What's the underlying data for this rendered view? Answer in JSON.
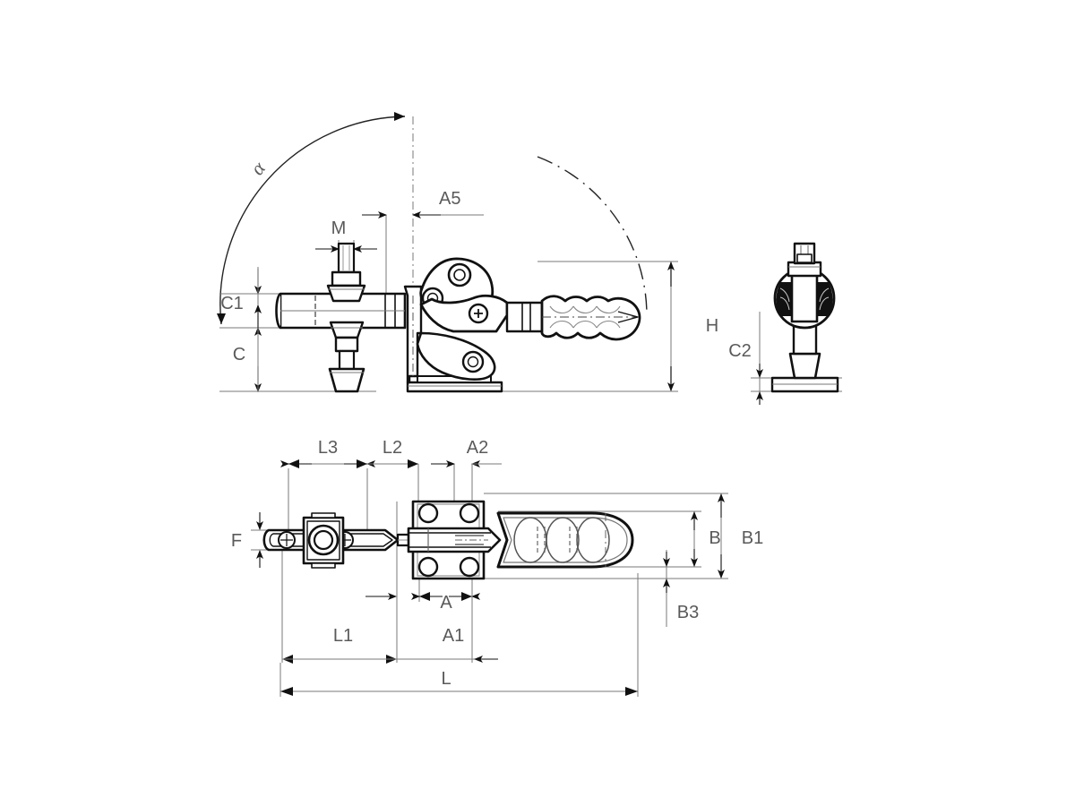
{
  "drawing": {
    "title": "Horizontal toggle clamp technical drawing",
    "background_color": "#ffffff",
    "line_color": "#111111",
    "dimension_line_color": "#6b6b6b",
    "dimension_text_color": "#5a5a5a",
    "views": [
      {
        "id": "side-elevation",
        "name": "side elevation view"
      },
      {
        "id": "end-elevation",
        "name": "end elevation view"
      },
      {
        "id": "plan-view",
        "name": "plan / top view"
      }
    ]
  },
  "labels": {
    "alpha": "α",
    "a5": "A5",
    "m": "M",
    "c1": "C1",
    "c": "C",
    "h": "H",
    "c2": "C2",
    "l3": "L3",
    "l2": "L2",
    "a2": "A2",
    "f": "F",
    "b": "B",
    "b1": "B1",
    "b3": "B3",
    "a": "A",
    "a1": "A1",
    "l1": "L1",
    "l": "L"
  }
}
